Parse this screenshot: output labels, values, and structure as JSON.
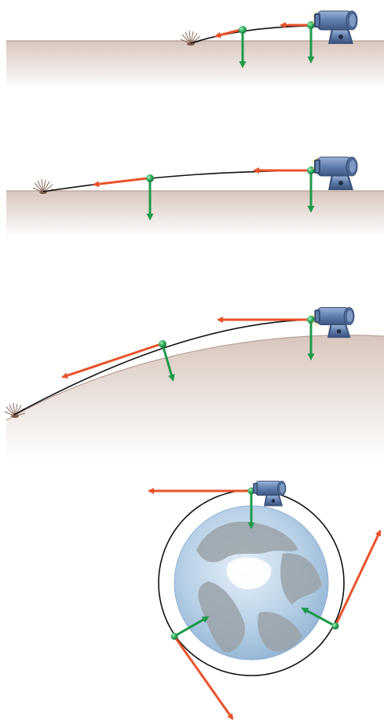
{
  "figure": {
    "panels": [
      {
        "id": "panel-1",
        "description_visible": false
      },
      {
        "id": "panel-2",
        "description_visible": false
      },
      {
        "id": "panel-3",
        "description_visible": false
      },
      {
        "id": "panel-4",
        "description_visible": false
      }
    ],
    "colors": {
      "velocity_arrow": "#e8522a",
      "gravity_arrow": "#1e9a4a",
      "projectile": "#2fae5c",
      "trajectory": "#111111",
      "cannon_body": "#5f7fae",
      "cannon_dark": "#3e5680",
      "ground_top": "#d9c8bf",
      "ground_fade": "#ffffff",
      "muzzle_flash": "#f7d24a",
      "earth_ocean": "#b9d3ea",
      "earth_land": "#9aa2a8",
      "earth_ice": "#ffffff",
      "orbit": "#111111"
    },
    "icons": [
      "cannon-icon",
      "impact-burst-icon",
      "earth-globe-icon"
    ]
  }
}
